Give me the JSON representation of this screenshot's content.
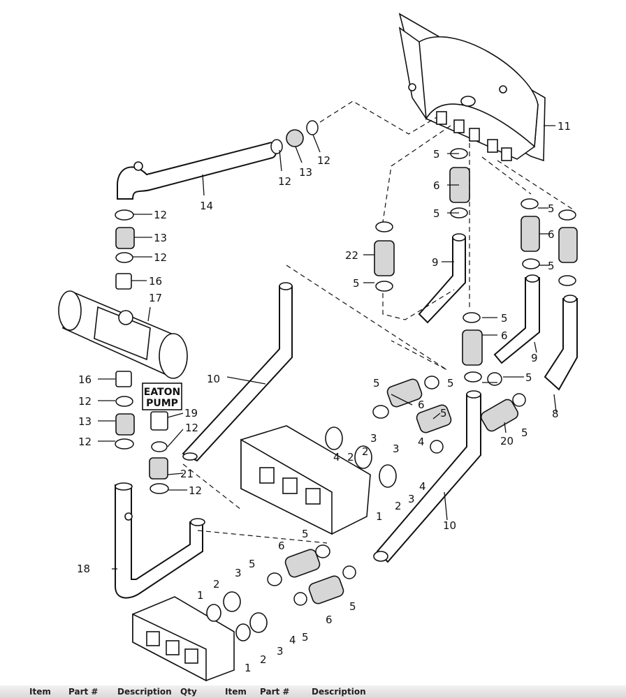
{
  "labels": {
    "l11": "11",
    "l12a": "12",
    "l13a": "13",
    "l12b": "12",
    "l14": "14",
    "l12c": "12",
    "l13b": "13",
    "l12d": "12",
    "l16a": "16",
    "l17": "17",
    "l16b": "16",
    "l12e": "12",
    "l13c": "13",
    "l12f": "12",
    "l5a": "5",
    "l6a": "6",
    "l5b": "5",
    "l22": "22",
    "l5c": "5",
    "l9a": "9",
    "l5d": "5",
    "l6b": "6",
    "l5e": "5",
    "l10a": "10",
    "l5f": "5",
    "l6c": "6",
    "l5g": "5",
    "l9b": "9",
    "l5h": "5",
    "l8": "8",
    "l19": "19",
    "l12g": "12",
    "l21": "21",
    "l12h": "12",
    "l5i": "5",
    "l6d": "6",
    "l5j": "5",
    "l20": "20",
    "l5k": "5",
    "l3a": "3",
    "l4a": "4",
    "l2a": "2",
    "l3b": "3",
    "l4b": "4",
    "l2b": "2",
    "l3c": "3",
    "l4c": "4",
    "l1a": "1",
    "l2c": "2",
    "l10b": "10",
    "l18": "18",
    "l5l": "5",
    "l6e": "6",
    "l5m": "5",
    "l3d": "3",
    "l2d": "2",
    "l1b": "1",
    "l5n": "5",
    "l6f": "6",
    "l5o": "5",
    "l4d": "4",
    "l3e": "3",
    "l2e": "2",
    "l1c": "1"
  },
  "eaton_pump": {
    "line1": "EATON",
    "line2": "PUMP"
  },
  "footer": {
    "col1": "Item",
    "col2": "Part #",
    "col3": "Description",
    "col4": "Qty",
    "col5": "Item",
    "col6": "Part #",
    "col7": "Description"
  }
}
